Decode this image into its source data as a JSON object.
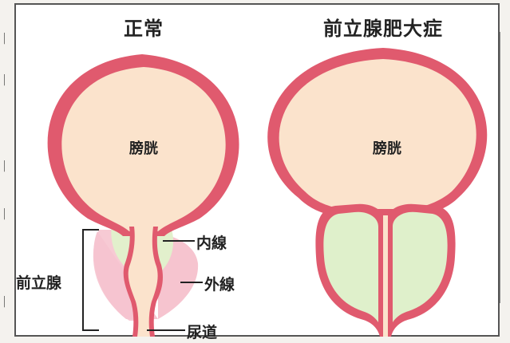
{
  "normal": {
    "title": "正常",
    "bladder_label": "膀胱",
    "inner_gland_label": "内線",
    "outer_gland_label": "外線",
    "urethra_label": "尿道",
    "prostate_label": "前立腺"
  },
  "bph": {
    "title": "前立腺肥大症",
    "bladder_label": "膀胱"
  },
  "colors": {
    "bladder_wall": "#e05a6e",
    "bladder_fill": "#fbe3cc",
    "inner_gland": "#e2f0cc",
    "outer_gland": "#f6c4cf",
    "outer_gland_light": "#f9d7de",
    "enlarged_gland": "#dff0cb",
    "frame": "#555555",
    "text": "#222222"
  }
}
